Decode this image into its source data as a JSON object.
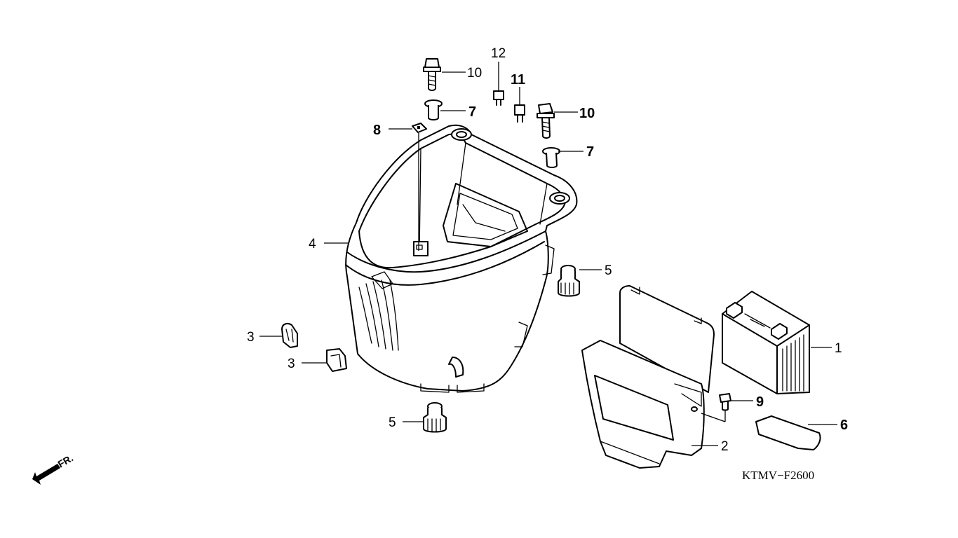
{
  "diagram_code": "KTMV−F2600",
  "front_marker": "FR.",
  "callouts": {
    "c1": "1",
    "c2": "2",
    "c3a": "3",
    "c3b": "3",
    "c4": "4",
    "c5a": "5",
    "c5b": "5",
    "c6": "6",
    "c7a": "7",
    "c7b": "7",
    "c8": "8",
    "c9": "9",
    "c10a": "10",
    "c10b": "10",
    "c11": "11",
    "c12": "12"
  },
  "parts": [
    {
      "id": "battery",
      "callout": "1"
    },
    {
      "id": "battery-cover",
      "callout": "2"
    },
    {
      "id": "clip",
      "callout": "3"
    },
    {
      "id": "luggage-box",
      "callout": "4"
    },
    {
      "id": "rubber-bush",
      "callout": "5"
    },
    {
      "id": "battery-pad",
      "callout": "6"
    },
    {
      "id": "collar",
      "callout": "7"
    },
    {
      "id": "clip-nut",
      "callout": "8"
    },
    {
      "id": "screw",
      "callout": "9"
    },
    {
      "id": "flange-bolt",
      "callout": "10"
    },
    {
      "id": "fuse-small",
      "callout": "11"
    },
    {
      "id": "fuse",
      "callout": "12"
    }
  ]
}
